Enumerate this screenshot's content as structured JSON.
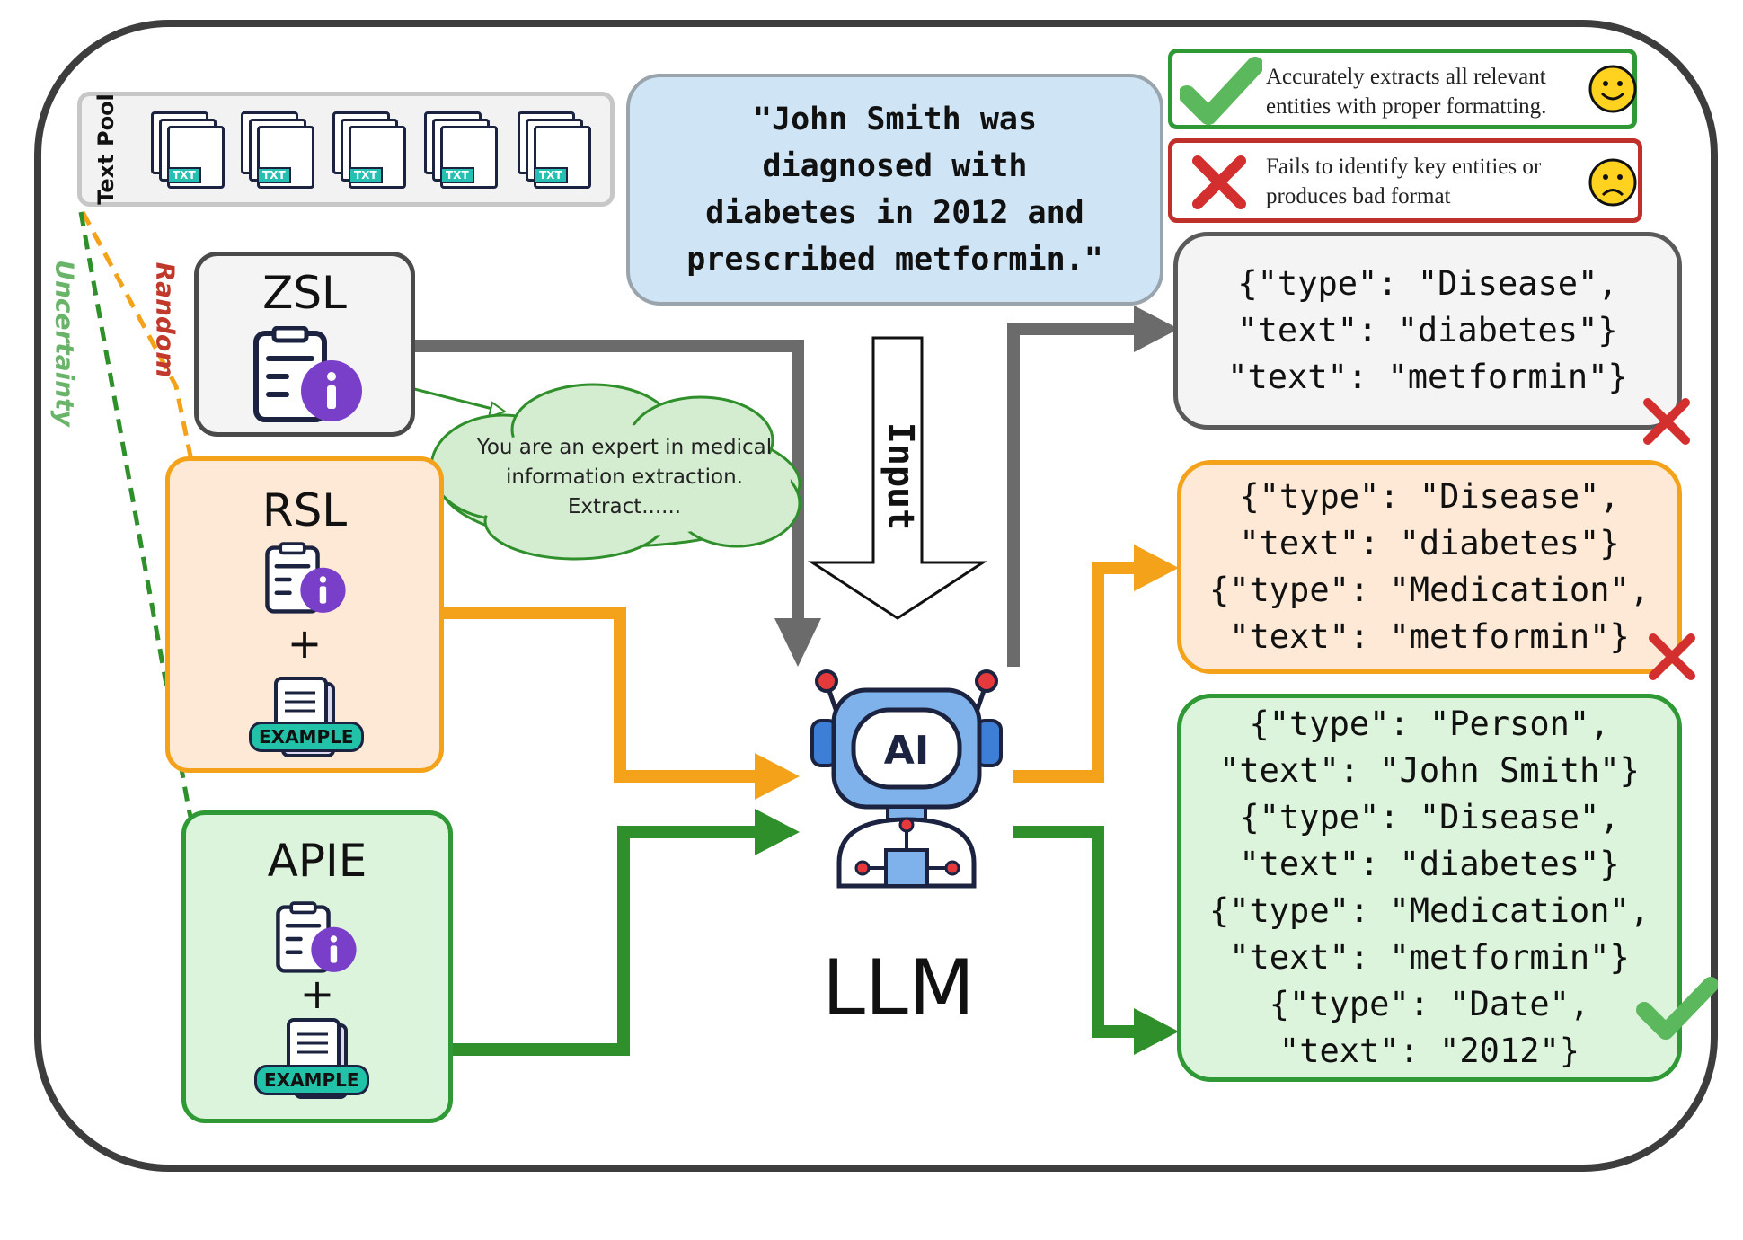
{
  "text_pool": {
    "label": "Text Pool",
    "files": [
      {
        "tag": "TXT"
      },
      {
        "tag": "TXT"
      },
      {
        "tag": "TXT"
      },
      {
        "tag": "TXT"
      },
      {
        "tag": "TXT"
      }
    ]
  },
  "sampling": {
    "random_label": "Random",
    "uncertainty_label": "Uncertainty"
  },
  "methods": {
    "zsl": {
      "title": "ZSL"
    },
    "rsl": {
      "title": "RSL",
      "plus": "+",
      "example_tag": "EXAMPLE"
    },
    "apie": {
      "title": "APIE",
      "plus": "+",
      "example_tag": "EXAMPLE"
    }
  },
  "prompt_cloud": {
    "text": "You are an expert in medical\ninformation extraction.\nExtract......"
  },
  "input_text": "\"John Smith was\ndiagnosed with\ndiabetes in 2012 and\nprescribed metformin.\"",
  "input_arrow_label": "Input",
  "llm": {
    "label": "LLM",
    "robot_badge": "AI"
  },
  "legend": {
    "good": "Accurately extracts all relevant entities with proper formatting.",
    "bad": "Fails to identify key entities or produces bad format"
  },
  "outputs": {
    "zsl": "{\"type\": \"Disease\",\n\"text\": \"diabetes\"}\n\"text\": \"metformin\"}",
    "rsl": "{\"type\": \"Disease\",\n\"text\": \"diabetes\"}\n{\"type\": \"Medication\",\n\"text\": \"metformin\"}",
    "apie": "{\"type\": \"Person\",\n\"text\": \"John Smith\"}\n{\"type\": \"Disease\",\n\"text\": \"diabetes\"}\n{\"type\": \"Medication\",\n\"text\": \"metformin\"}\n{\"type\": \"Date\",\n\"text\": \"2012\"}"
  },
  "colors": {
    "zsl": "#6b6b6b",
    "rsl": "#f5a21b",
    "apie": "#2f8f2a",
    "good": "#5cb85c",
    "bad": "#d32f2f"
  }
}
